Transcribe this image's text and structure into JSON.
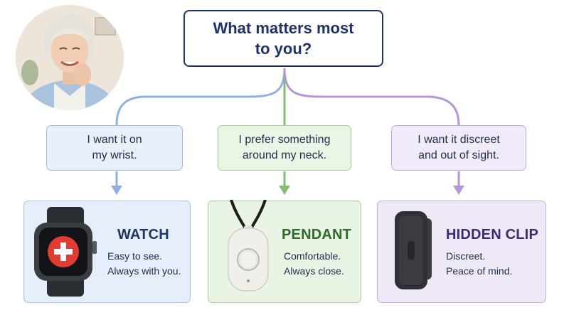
{
  "question": {
    "line1": "What matters most",
    "line2": "to you?"
  },
  "colors": {
    "navy": "#1f3366",
    "blue": "#8fb1e0",
    "green": "#86bb73",
    "purple": "#b596d9",
    "watch_title": "#1f3366",
    "pendant_title": "#2e6b2a",
    "clip_title": "#3f2a72"
  },
  "preferences": [
    {
      "line1": "I want it on",
      "line2": "my wrist."
    },
    {
      "line1": "I prefer something",
      "line2": "around my neck."
    },
    {
      "line1": "I want it discreet",
      "line2": "and out of sight."
    }
  ],
  "options": [
    {
      "title": "WATCH",
      "desc1": "Easy to see.",
      "desc2": "Always with you.",
      "icon": "smartwatch-medical-icon"
    },
    {
      "title": "PENDANT",
      "desc1": "Comfortable.",
      "desc2": "Always close.",
      "icon": "pendant-button-icon"
    },
    {
      "title": "HIDDEN CLIP",
      "desc1": "Discreet.",
      "desc2": "Peace of mind.",
      "icon": "clip-device-icon"
    }
  ]
}
